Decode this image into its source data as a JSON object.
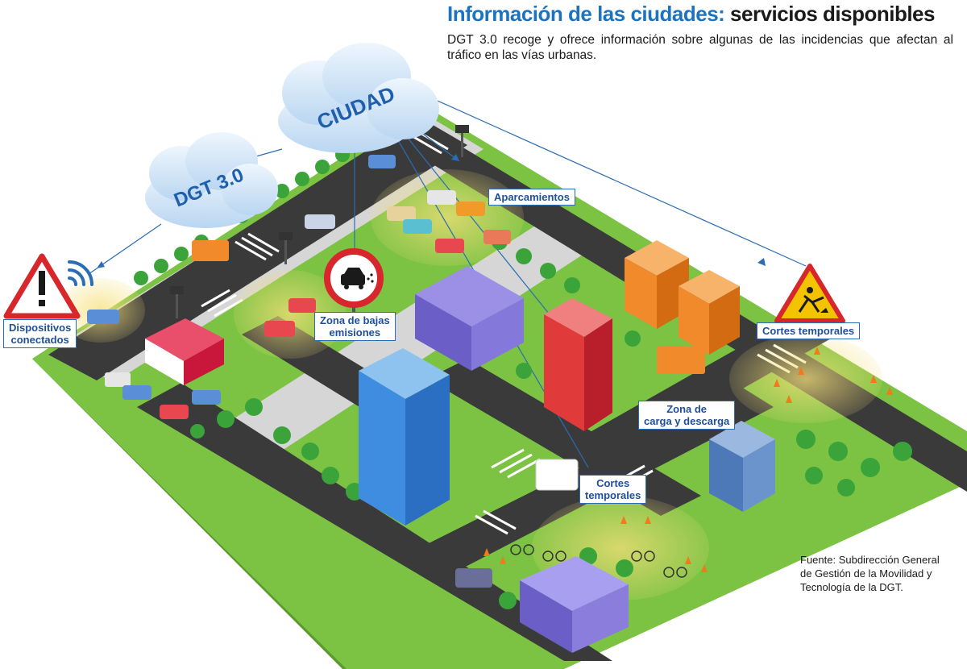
{
  "header": {
    "title_blue": "Información de las ciudades:",
    "title_dark": "servicios disponibles",
    "subtitle": "DGT 3.0 recoge y ofrece información sobre algunas de las incidencias que afectan al tráfico en las vías urbanas."
  },
  "clouds": {
    "city": "CIUDAD",
    "dgt": "DGT 3.0"
  },
  "labels": {
    "devices": [
      "Dispositivos",
      "conectados"
    ],
    "parking": "Aparcamientos",
    "low_emissions": [
      "Zona de bajas",
      "emisiones"
    ],
    "closures_top": "Cortes temporales",
    "loading": [
      "Zona de",
      "carga y descarga"
    ],
    "closures_bottom": [
      "Cortes",
      "temporales"
    ]
  },
  "source": [
    "Fuente: Subdirección General",
    "de Gestión de la Movilidad y",
    "Tecnología de la DGT."
  ],
  "colors": {
    "title_blue": "#1e73be",
    "label_blue": "#1f4f99",
    "grass": "#7cc243",
    "road": "#3a3a3a",
    "warning_red": "#d7262c",
    "cloud": "#dbeaf8"
  }
}
